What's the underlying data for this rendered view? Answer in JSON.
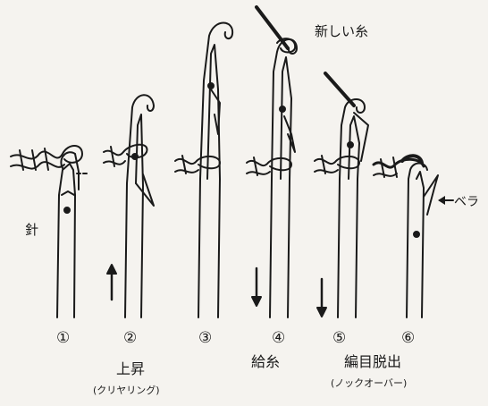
{
  "labels": {
    "new_yarn": "新しい糸",
    "needle": "針",
    "latch": "ベラ",
    "stage_numbers": [
      "①",
      "②",
      "③",
      "④",
      "⑤",
      "⑥"
    ],
    "step_rise": "上昇",
    "step_rise_sub": "(クリヤリング)",
    "step_feed": "給糸",
    "step_knockover": "編目脱出",
    "step_knockover_sub": "(ノックオーバー)"
  },
  "colors": {
    "ink": "#1a1a1a",
    "paper": "#f5f3ef"
  }
}
